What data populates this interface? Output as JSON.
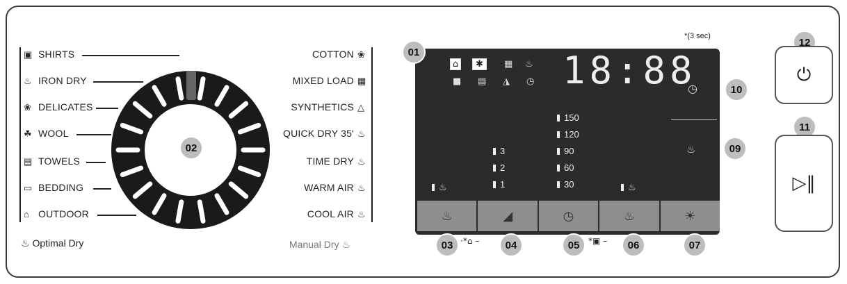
{
  "left_programs": [
    {
      "label": "SHIRTS",
      "icon": "shirt-icon",
      "glyph": "▣"
    },
    {
      "label": "IRON DRY",
      "icon": "iron-dry-icon",
      "glyph": "♨"
    },
    {
      "label": "DELICATES",
      "icon": "delicates-icon",
      "glyph": "❀"
    },
    {
      "label": "WOOL",
      "icon": "wool-icon",
      "glyph": "☘"
    },
    {
      "label": "TOWELS",
      "icon": "towel-icon",
      "glyph": "▤"
    },
    {
      "label": "BEDDING",
      "icon": "bedding-icon",
      "glyph": "▭"
    },
    {
      "label": "OUTDOOR",
      "icon": "outdoor-icon",
      "glyph": "⌂"
    }
  ],
  "right_programs": [
    {
      "label": "COTTON",
      "icon": "cotton-icon",
      "glyph": "❀"
    },
    {
      "label": "MIXED LOAD",
      "icon": "mixed-load-icon",
      "glyph": "▦"
    },
    {
      "label": "SYNTHETICS",
      "icon": "synthetics-icon",
      "glyph": "△"
    },
    {
      "label": "QUICK DRY 35'",
      "icon": "quick-dry-icon",
      "glyph": "♨"
    },
    {
      "label": "TIME DRY",
      "icon": "time-dry-icon",
      "glyph": "♨"
    },
    {
      "label": "WARM AIR",
      "icon": "warm-air-icon",
      "glyph": "♨"
    },
    {
      "label": "COOL AIR",
      "icon": "cool-air-icon",
      "glyph": "♨"
    }
  ],
  "footer": {
    "optimal": "Optimal Dry",
    "manual": "Manual Dry"
  },
  "display": {
    "time": "18:88",
    "levels_left": [
      "3",
      "2",
      "1"
    ],
    "levels_time": [
      "150",
      "120",
      "90",
      "60",
      "30"
    ],
    "hold_note": "*(3 sec)"
  },
  "callouts": [
    "01",
    "02",
    "03",
    "04",
    "05",
    "06",
    "07",
    "09",
    "10",
    "11",
    "12"
  ],
  "combo_marks": {
    "c34": "·*⌂ –",
    "c56": "*▣ –"
  },
  "buttons": {
    "power": "⏻",
    "start": "▷‖"
  }
}
